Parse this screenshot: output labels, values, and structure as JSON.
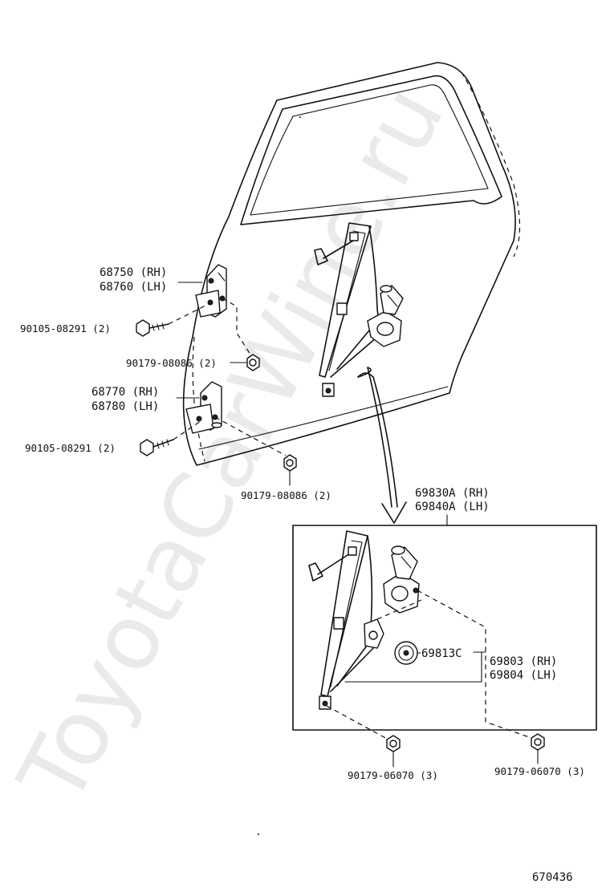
{
  "watermark": "ToyotaCarWine.ru",
  "diagram_code": "670436",
  "labels": {
    "hinge_upper_rh": "68750 (RH)",
    "hinge_upper_lh": "68760 (LH)",
    "bolt_upper": "90105-08291 (2)",
    "nut_upper": "90179-08086 (2)",
    "hinge_lower_rh": "68770 (RH)",
    "hinge_lower_lh": "68780 (LH)",
    "bolt_lower": "90105-08291 (2)",
    "nut_lower": "90179-08086 (2)",
    "regulator_rh": "69830A (RH)",
    "regulator_lh": "69840A (LH)",
    "roller": "69813C",
    "motor_rh": "69803 (RH)",
    "motor_lh": "69804 (LH)",
    "nut_regulator_left": "90179-06070 (3)",
    "nut_regulator_right": "90179-06070 (3)"
  }
}
